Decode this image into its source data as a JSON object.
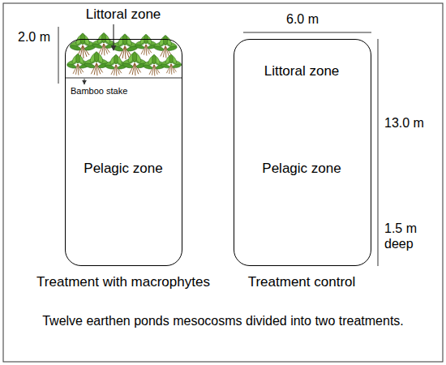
{
  "diagram": {
    "caption": "Twelve earthen ponds mesocosms divided into two treatments.",
    "nodes": [
      {
        "text": [
          "Littoral zone",
          "Bamboo stake",
          "Pelagic zone",
          "Treatment with macrophytes"
        ]
      },
      {
        "text": [
          "Littoral zone",
          "Pelagic zone",
          "Treatment control"
        ]
      }
    ],
    "labels": [
      "2.0 m",
      "6.0 m",
      "13.0 m",
      "1.5 m deep"
    ]
  }
}
